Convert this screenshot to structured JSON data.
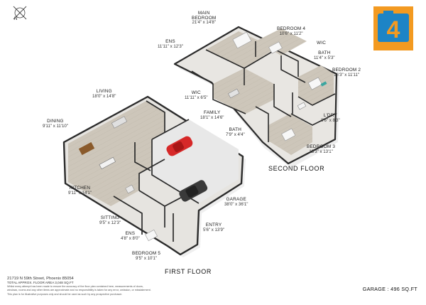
{
  "compass": {
    "label": "N"
  },
  "floors": {
    "first": {
      "title": "FIRST FLOOR"
    },
    "second": {
      "title": "SECOND FLOOR"
    }
  },
  "rooms": {
    "main_bedroom": {
      "name": "MAIN\nBEDROOM",
      "dims": "21'4\" x 14'8\""
    },
    "bedroom4": {
      "name": "BEDROOM 4",
      "dims": "10'6\" x 11'2\""
    },
    "ens_upper": {
      "name": "ENS",
      "dims": "11'11\" x 12'3\""
    },
    "wic_upper": {
      "name": "WIC",
      "dims": ""
    },
    "bath_upper": {
      "name": "BATH",
      "dims": "11'4\" x 5'3\""
    },
    "bedroom2": {
      "name": "BEDROOM 2",
      "dims": "16'3\" x 11'11\""
    },
    "wic_lower": {
      "name": "WIC",
      "dims": "11'11\" x 6'5\""
    },
    "family": {
      "name": "FAMILY",
      "dims": "18'1\" x 14'6\""
    },
    "ldry": {
      "name": "L'DRY",
      "dims": "8'6\" x 8'3\""
    },
    "bath_mid": {
      "name": "BATH",
      "dims": "7'9\" x 4'4\""
    },
    "bedroom3": {
      "name": "BEDROOM 3",
      "dims": "13'3\" x 13'1\""
    },
    "living": {
      "name": "LIVING",
      "dims": "18'0\" x 14'8\""
    },
    "dining": {
      "name": "DINING",
      "dims": "9'11\" x 11'10\""
    },
    "kitchen": {
      "name": "KITCHEN",
      "dims": "9'11\" x 14'1\""
    },
    "garage": {
      "name": "GARAGE",
      "dims": "38'0\" x 36'1\""
    },
    "sitting": {
      "name": "SITTING",
      "dims": "9'5\" x 12'3\""
    },
    "entry": {
      "name": "ENTRY",
      "dims": "5'6\" x 13'9\""
    },
    "ens_lower": {
      "name": "ENS",
      "dims": "4'8\" x 8'0\""
    },
    "bedroom5": {
      "name": "BEDROOM 5",
      "dims": "9'5\" x 10'1\""
    }
  },
  "footer": {
    "address": "21719 N 59th Street, Phoenix 85054",
    "total_area": "TOTAL APPROX. FLOOR AREA 3,048 SQ.FT",
    "disclaimer_1": "Whilst every attempt has been made to ensure the accuracy of the floor plan contained here, measurements of doors,",
    "disclaimer_2": "windows, rooms and any other items are approximate and no responsibility is taken for any error, omission, or misstatement.",
    "disclaimer_3": "This plan is for illustrative purposes only and should be used as such by any prospective purchaser."
  },
  "garage_total": "GARAGE : 496 SQ.FT",
  "logo": {
    "text": "4",
    "accent_orange": "#f39a21",
    "accent_blue": "#1d84c6"
  },
  "colors": {
    "wall_top": "#2b2b2b",
    "wall_side": "#f2f2f2",
    "floor_wood": "#cfc8bd",
    "floor_grey": "#e3e3e3",
    "car_red": "#d62828",
    "car_dark": "#3a3a3a"
  }
}
